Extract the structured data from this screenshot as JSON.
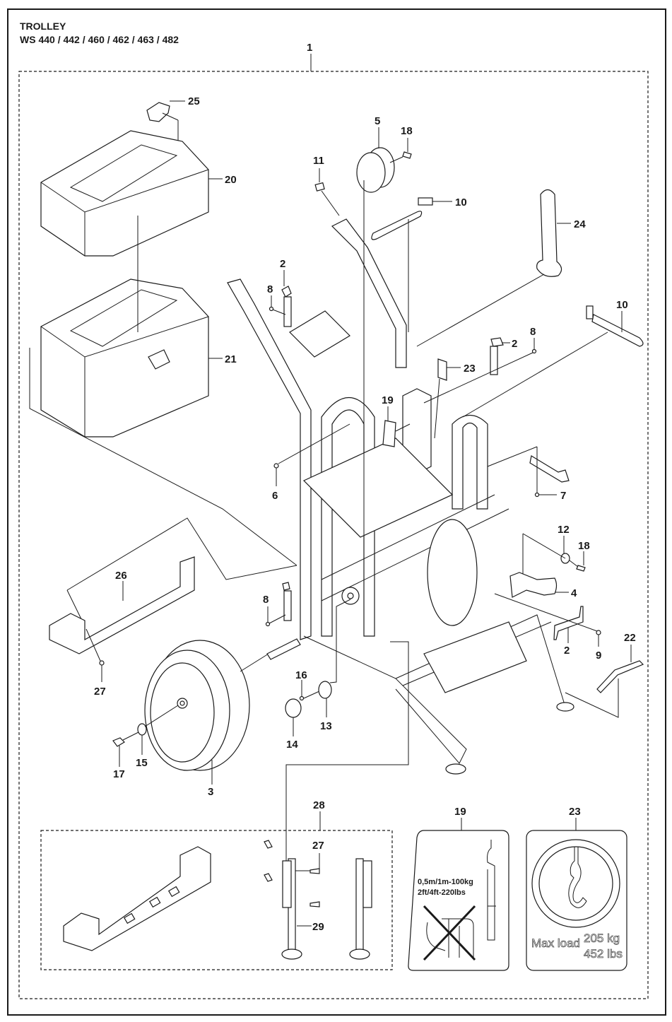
{
  "header": {
    "title": "TROLLEY",
    "models": "WS 440 / 442 / 460 / 462 / 463 / 482"
  },
  "callouts": {
    "c1": "1",
    "c2a": "2",
    "c2b": "2",
    "c2c": "2",
    "c3": "3",
    "c4": "4",
    "c5": "5",
    "c6": "6",
    "c7": "7",
    "c8a": "8",
    "c8b": "8",
    "c8c": "8",
    "c9": "9",
    "c10a": "10",
    "c10b": "10",
    "c11": "11",
    "c12": "12",
    "c13": "13",
    "c14": "14",
    "c15": "15",
    "c16": "16",
    "c17": "17",
    "c18a": "18",
    "c18b": "18",
    "c19a": "19",
    "c19b": "19",
    "c20": "20",
    "c21": "21",
    "c22": "22",
    "c23a": "23",
    "c23b": "23",
    "c24": "24",
    "c25": "25",
    "c26": "26",
    "c27a": "27",
    "c27b": "27",
    "c28": "28",
    "c29": "29"
  },
  "decals": {
    "lifting_warning": {
      "line1": "0,5m/1m-100kg",
      "line2": "2ft/4ft-220lbs",
      "icon": "prohibited-lifting-hook-icon"
    },
    "max_load": {
      "label": "Max load",
      "kg": "205 kg",
      "lbs": "452 lbs",
      "icon": "crane-hook-icon"
    }
  },
  "colors": {
    "ink": "#1a1a1a",
    "paper": "#ffffff"
  }
}
